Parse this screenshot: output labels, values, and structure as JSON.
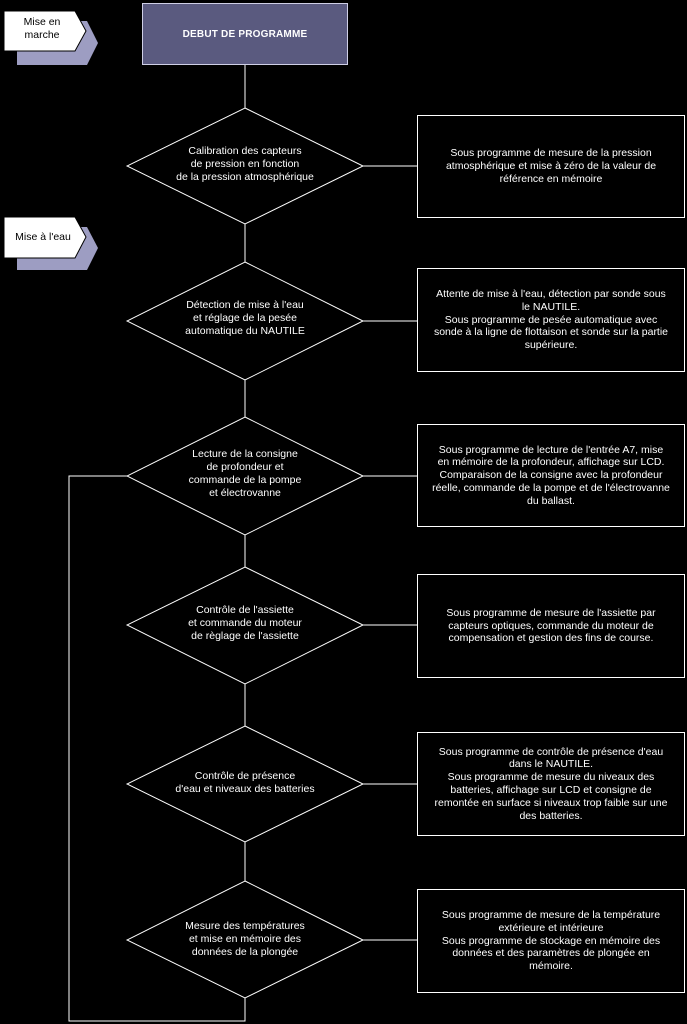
{
  "start": {
    "label": "DEBUT DE PROGRAMME"
  },
  "tags": [
    {
      "label": "Mise en\nmarche"
    },
    {
      "label": "Mise à l'eau"
    }
  ],
  "steps": [
    {
      "decision": "Calibration des capteurs\nde pression en fonction\nde la pression atmosphérique",
      "description": "Sous programme de mesure de la pression\natmosphérique et mise à zéro de la valeur de\nréférence en mémoire"
    },
    {
      "decision": "Détection de mise à l'eau\net réglage de la pesée\nautomatique du NAUTILE",
      "description": "Attente de mise à l'eau, détection par sonde sous\nle NAUTILE.\nSous programme de pesée automatique avec\nsonde à la ligne de flottaison et sonde sur la partie\nsupérieure."
    },
    {
      "decision": "Lecture de la consigne\nde profondeur et\ncommande de la pompe\net électrovanne",
      "description": "Sous programme de lecture de l'entrée A7,  mise\nen mémoire de la profondeur, affichage sur LCD.\nComparaison de la consigne avec la profondeur\nréelle, commande de la pompe et de l'électrovanne\ndu ballast."
    },
    {
      "decision": "Contrôle de l'assiette\net commande du moteur\nde règlage de l'assiette",
      "description": "Sous programme de mesure de l'assiette par\ncapteurs optiques, commande du moteur de\ncompensation et gestion des fins de course."
    },
    {
      "decision": "Contrôle de présence\nd'eau et niveaux des batteries",
      "description": "Sous programme de contrôle de présence d'eau\ndans le NAUTILE.\nSous programme de mesure du niveaux des\nbatteries, affichage sur LCD et consigne de\nremontée en surface si niveaux trop faible sur une\ndes batteries."
    },
    {
      "decision": "Mesure des températures\net mise en mémoire des\ndonnées de la plongée",
      "description": "Sous programme de mesure de la température\nextérieure et intérieure\nSous programme de stockage en mémoire des\ndonnées et des paramètres de plongée en\nmémoire."
    }
  ]
}
